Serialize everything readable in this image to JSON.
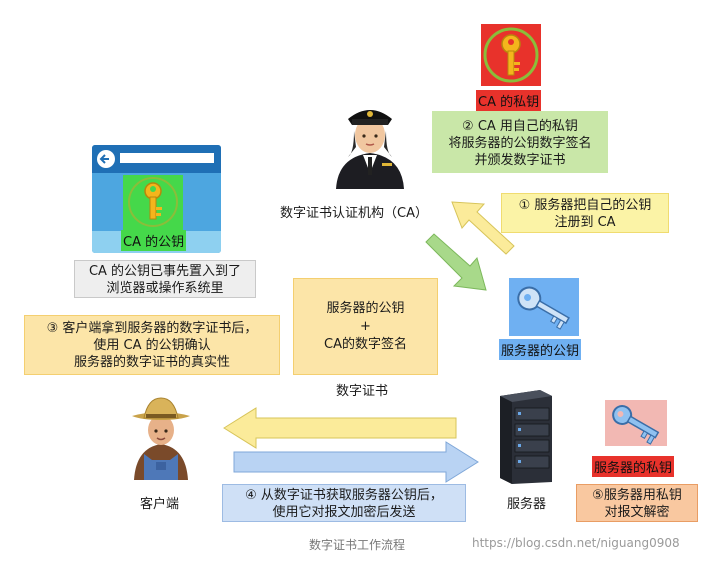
{
  "ca": {
    "private_key_label": "CA 的私钥",
    "sign_box": [
      "② CA 用自己的私钥",
      "将服务器的公钥数字签名",
      "并颁发数字证书"
    ],
    "authority_label": "数字证书认证机构（CA）"
  },
  "register_box": [
    "① 服务器把自己的公钥",
    "注册到 CA"
  ],
  "browser": {
    "public_key_label": "CA 的公钥",
    "preinstall_box": [
      "CA 的公钥已事先置入到了",
      "浏览器或操作系统里"
    ]
  },
  "certificate": {
    "lines": [
      "服务器的公钥",
      "+",
      "CA的数字签名"
    ],
    "caption": "数字证书"
  },
  "verify_box": [
    "③ 客户端拿到服务器的数字证书后，",
    "使用 CA 的公钥确认",
    "服务器的数字证书的真实性"
  ],
  "server": {
    "public_key_label": "服务器的公钥",
    "private_key_label": "服务器的私钥",
    "label": "服务器",
    "decrypt_box": [
      "⑤服务器用私钥",
      "对报文解密"
    ]
  },
  "client": {
    "label": "客户端",
    "send_box": [
      "④ 从数字证书获取服务器公钥后，",
      "使用它对报文加密后发送"
    ]
  },
  "caption": "数字证书工作流程",
  "watermark": "https://blog.csdn.net/niguang0908",
  "colors": {
    "yellow_arrow": "#fbeb9a",
    "green_arrow": "#a8d98a",
    "blue_arrow": "#b9d3f3",
    "red_key_bg": "#e8322b",
    "green_key_bg": "#45d84a",
    "blue_key_bg": "#6fb0f2"
  }
}
